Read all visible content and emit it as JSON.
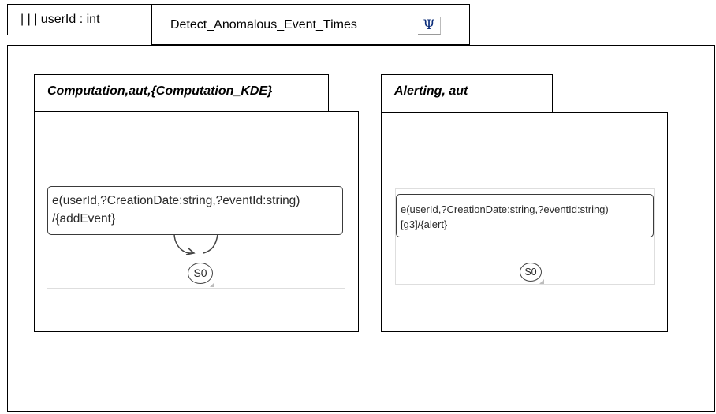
{
  "header": {
    "parameter_label": "| | | userId : int",
    "class_name": "Detect_Anomalous_Event_Times",
    "psi_symbol": "Ψ"
  },
  "regions": [
    {
      "label": "Computation,aut,{Computation_KDE}",
      "transition_line1": "e(userId,?CreationDate:string,?eventId:string)",
      "transition_line2": "/{addEvent}",
      "state": "S0"
    },
    {
      "label": "Alerting, aut",
      "transition_line1": "e(userId,?CreationDate:string,?eventId:string)",
      "transition_line2": "[g3]/{alert}",
      "state": "S0"
    }
  ]
}
